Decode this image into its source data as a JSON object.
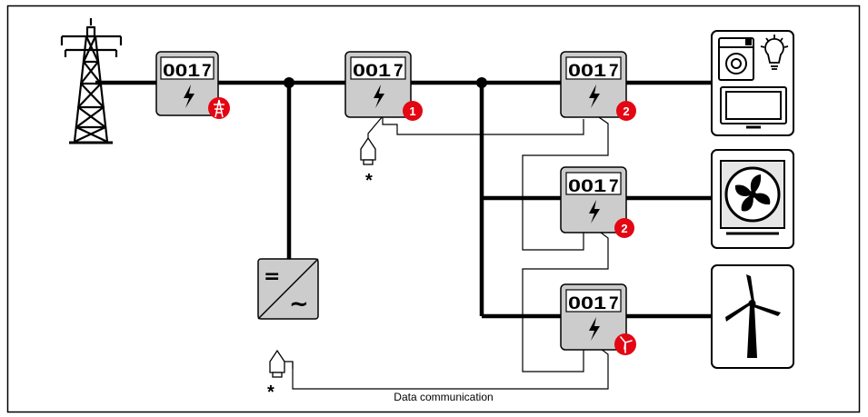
{
  "diagram": {
    "data_label": "Data communication",
    "meter_reading": "001",
    "meter_reading_end": "7",
    "footnote_mark": "*",
    "badges": [
      "1",
      "2",
      "2"
    ],
    "inverter": {
      "dc_symbol": "=",
      "ac_symbol": "~"
    }
  },
  "colors": {
    "badge": "#e30613",
    "meter_fill": "#cccccc",
    "line": "#000000"
  }
}
